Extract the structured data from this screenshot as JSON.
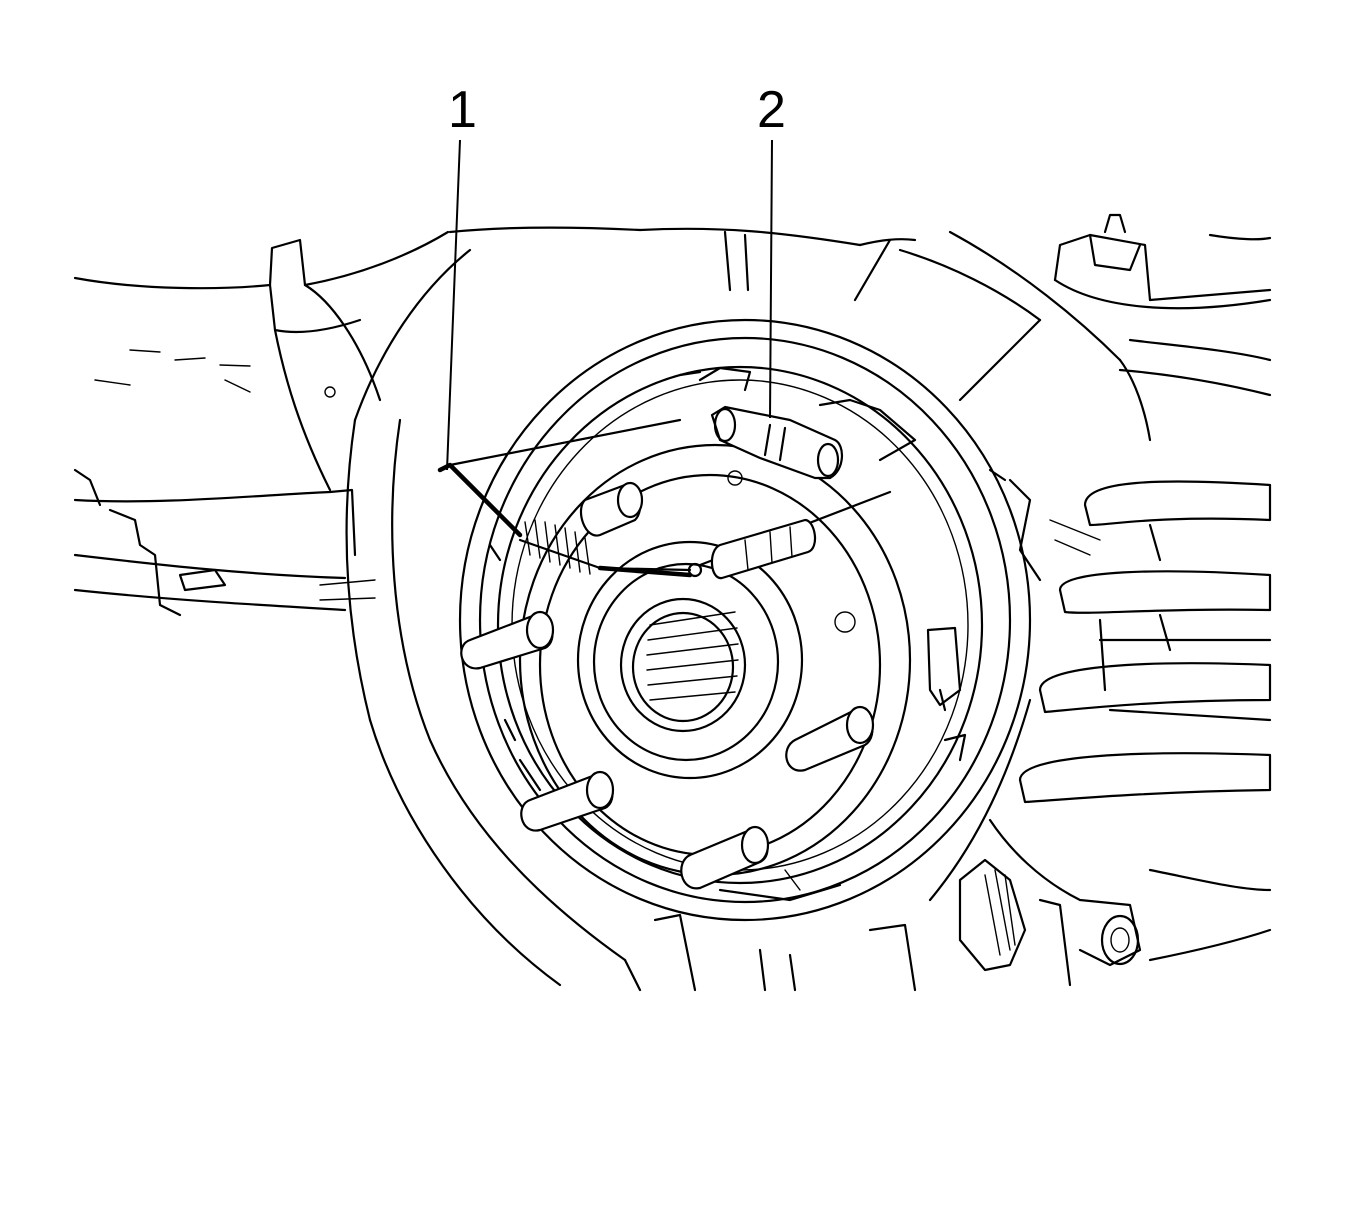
{
  "callouts": [
    {
      "id": "1",
      "label": "1",
      "part": "spring"
    },
    {
      "id": "2",
      "label": "2",
      "part": "wheel-cylinder"
    }
  ],
  "colors": {
    "line": "#000000",
    "background": "#ffffff"
  }
}
